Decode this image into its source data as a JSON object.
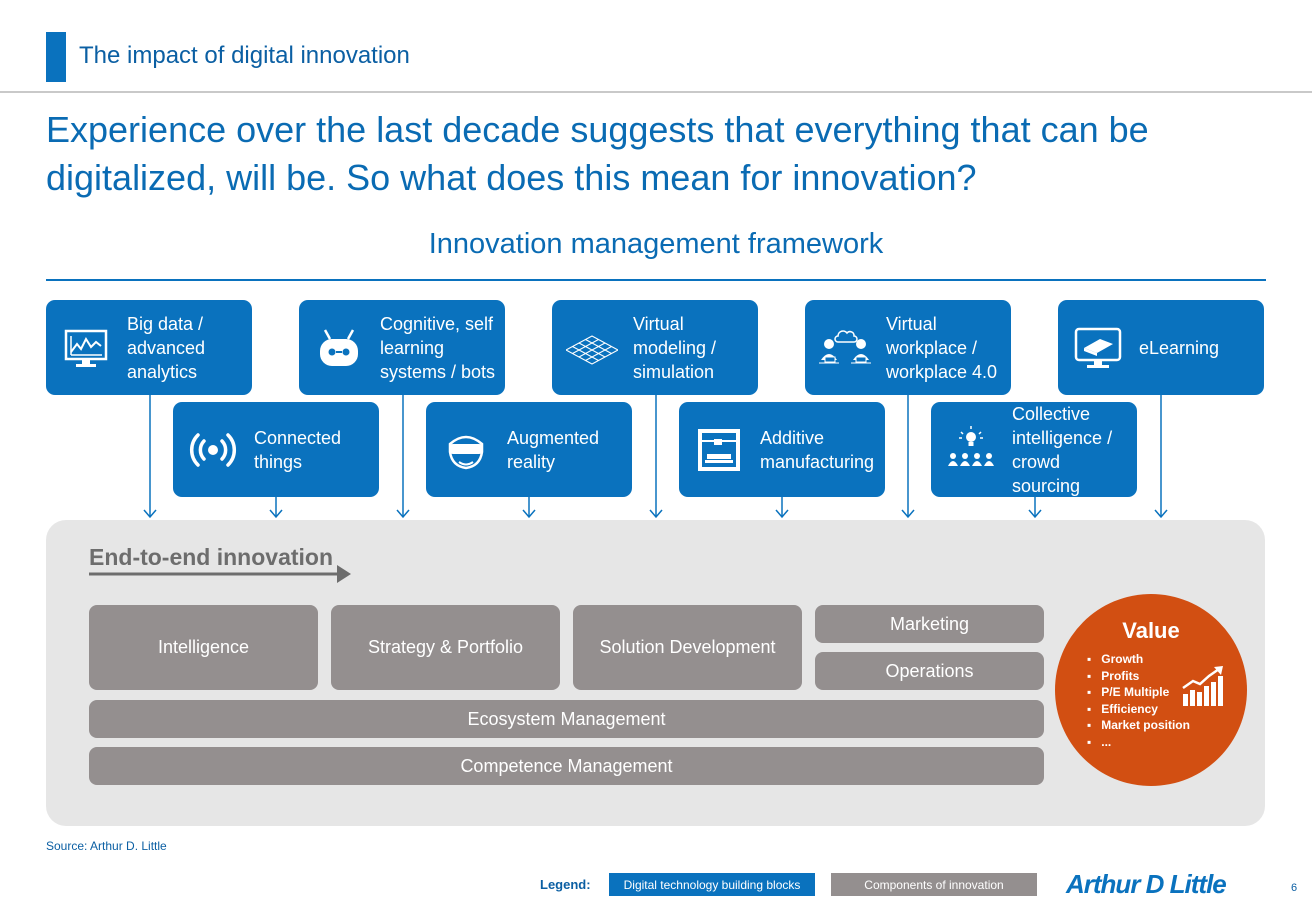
{
  "header": {
    "section_title": "The impact of digital innovation",
    "headline": "Experience over the last decade suggests that everything that can be digitalized, will be. So what does this mean for innovation?"
  },
  "framework": {
    "title": "Innovation management framework",
    "top_tiles": [
      {
        "label": "Big data / advanced analytics",
        "icon": "analytics-monitor-icon"
      },
      {
        "label": "Cognitive, self learning systems / bots",
        "icon": "robot-icon"
      },
      {
        "label": "Virtual modeling / simulation",
        "icon": "wireframe-mesh-icon"
      },
      {
        "label": "Virtual workplace / workplace 4.0",
        "icon": "remote-workers-icon"
      },
      {
        "label": "eLearning",
        "icon": "book-monitor-icon"
      }
    ],
    "bottom_tiles": [
      {
        "label": "Connected things",
        "icon": "wireless-signal-icon"
      },
      {
        "label": "Augmented reality",
        "icon": "vr-headset-icon"
      },
      {
        "label": "Additive manufacturing",
        "icon": "3d-printer-icon"
      },
      {
        "label": "Collective intelligence / crowd sourcing",
        "icon": "crowd-idea-icon"
      }
    ]
  },
  "end_to_end": {
    "title": "End-to-end innovation",
    "components": {
      "intelligence": "Intelligence",
      "strategy": "Strategy & Portfolio",
      "solution": "Solution Development",
      "marketing": "Marketing",
      "operations": "Operations",
      "ecosystem": "Ecosystem Management",
      "competence": "Competence Management"
    }
  },
  "value": {
    "title": "Value",
    "items": [
      "Growth",
      "Profits",
      "P/E Multiple",
      "Efficiency",
      "Market position",
      "..."
    ],
    "icon": "growth-chart-icon"
  },
  "footer": {
    "source": "Source: Arthur D. Little",
    "legend_label": "Legend:",
    "legend_digital": "Digital technology building blocks",
    "legend_components": "Components of innovation",
    "logo_text": "Arthur D Little",
    "page_number": "6"
  },
  "colors": {
    "brand_blue": "#0a72be",
    "component_grey": "#948f8f",
    "panel_grey": "#e6e6e6",
    "value_orange": "#d24f12"
  }
}
